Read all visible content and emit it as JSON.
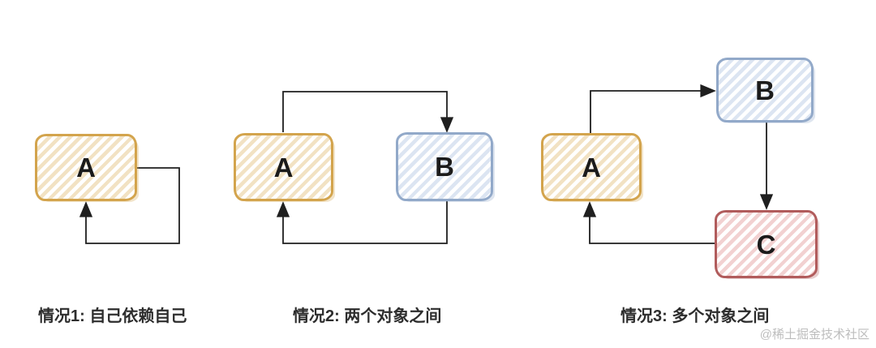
{
  "cases": [
    {
      "caption": "情况1: 自己依赖自己",
      "boxes": [
        {
          "label": "A",
          "color": "orange"
        }
      ]
    },
    {
      "caption": "情况2: 两个对象之间",
      "boxes": [
        {
          "label": "A",
          "color": "orange"
        },
        {
          "label": "B",
          "color": "blue"
        }
      ]
    },
    {
      "caption": "情况3: 多个对象之间",
      "boxes": [
        {
          "label": "A",
          "color": "orange"
        },
        {
          "label": "B",
          "color": "blue"
        },
        {
          "label": "C",
          "color": "red"
        }
      ]
    }
  ],
  "watermark": "@稀土掘金技术社区",
  "colors": {
    "orange_border": "#d3a44d",
    "orange_hatch": "#f2e2c3",
    "blue_border": "#92a9c9",
    "blue_hatch": "#dce5f2",
    "red_border": "#b15c5c",
    "red_hatch": "#f2d1d1",
    "arrow": "#1f1f1f",
    "caption_text": "#2d2d2d",
    "watermark_text": "#bdbdbd"
  }
}
